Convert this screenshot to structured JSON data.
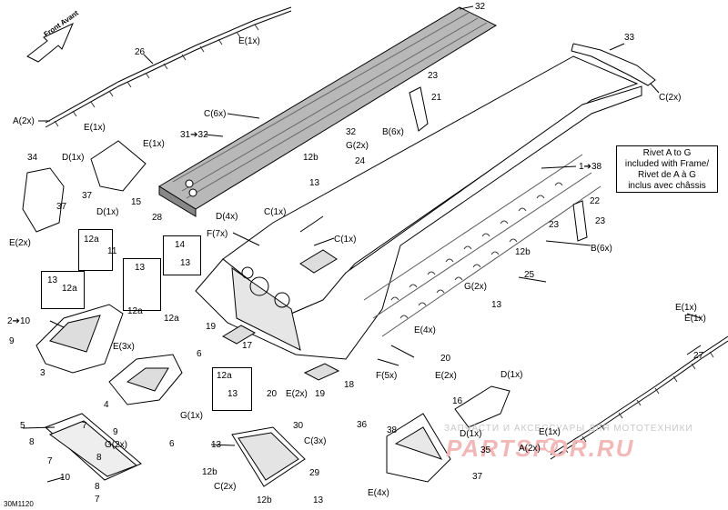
{
  "diagram": {
    "code": "30M1120",
    "front_label": "Front Avant",
    "note": {
      "line1": "Rivet A to G",
      "line2": "included with Frame/",
      "line3": "Rivet de A à G",
      "line4": "inclus avec châssis"
    },
    "watermark": {
      "line1": "ЗАПЧАСТИ И АКСЕССУАРЫ ДЛЯ МОТОТЕХНИКИ",
      "logo": "PARTSFOR.RU"
    },
    "labels": {
      "l32_top": "32",
      "l26": "26",
      "lE1x_a": "E(1x)",
      "lA2x": "A(2x)",
      "lE1x_b": "E(1x)",
      "lC6x": "C(6x)",
      "l31_32": "31➔32",
      "l33": "33",
      "lC2x_a": "C(2x)",
      "l23_a": "23",
      "l21": "21",
      "lB6x_a": "B(6x)",
      "l32_mid": "32",
      "lG2x_a": "G(2x)",
      "l12b_a": "12b",
      "l24": "24",
      "l13_a": "13",
      "l1_38": "1➔38",
      "l34": "34",
      "lD1x_a": "D(1x)",
      "lE1x_c": "E(1x)",
      "l37_a": "37",
      "l37_b": "37",
      "l15": "15",
      "lD1x_b": "D(1x)",
      "lE2x_a": "E(2x)",
      "l28": "28",
      "lD4x": "D(4x)",
      "lC1x_a": "C(1x)",
      "lF7x": "F(7x)",
      "lC1x_b": "C(1x)",
      "l22": "22",
      "l23_b": "23",
      "l23_c": "23",
      "lB6x_b": "B(6x)",
      "l12a_a": "12a",
      "l11": "11",
      "l14": "14",
      "l13_b": "13",
      "l13_c": "13",
      "l13_d": "13",
      "l12a_b": "12a",
      "l12a_c": "12a",
      "l12a_d": "12a",
      "l12b_b": "12b",
      "l25": "25",
      "lG2x_b": "G(2x)",
      "l13_e": "13",
      "l2_10": "2➔10",
      "l9_a": "9",
      "l3": "3",
      "l19_a": "19",
      "l17": "17",
      "lE3x": "E(3x)",
      "l6_a": "6",
      "lE4x_a": "E(4x)",
      "lE1x_d": "E(1x)",
      "lE1x_e": "E(1x)",
      "l27": "27",
      "l20_a": "20",
      "lE2x_b": "E(2x)",
      "lF5x": "F(5x)",
      "l12a_e": "12a",
      "l13_f": "13",
      "l20_b": "20",
      "lE2x_c": "E(2x)",
      "l19_b": "19",
      "l18": "18",
      "l4": "4",
      "l9_b": "9",
      "lG1x": "G(1x)",
      "l5": "5",
      "l7_a": "7",
      "l8_a": "8",
      "lG2x_c": "G(2x)",
      "l6_b": "6",
      "l8_b": "8",
      "l7_b": "7",
      "l10": "10",
      "l8_c": "8",
      "l7_c": "7",
      "l30": "30",
      "lC3x": "C(3x)",
      "l13_g": "13",
      "l29": "29",
      "l12b_c": "12b",
      "lC2x_b": "C(2x)",
      "l12b_d": "12b",
      "l13_h": "13",
      "lD1x_c": "D(1x)",
      "l16": "16",
      "l36": "36",
      "l38": "38",
      "lD1x_d": "D(1x)",
      "lE1x_f": "E(1x)",
      "lA2x_b": "A(2x)",
      "l35": "35",
      "l37_c": "37",
      "lE4x_b": "E(4x)"
    }
  }
}
